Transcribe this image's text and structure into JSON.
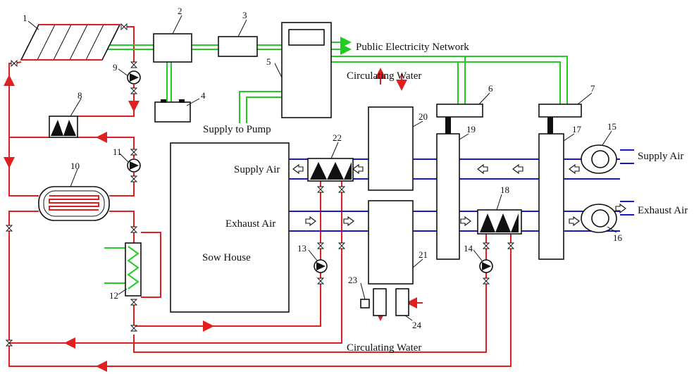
{
  "labels": {
    "public_network": "Public Electricity Network",
    "circ_water_top": "Circulating Water",
    "supply_pump": "Supply to Pump",
    "supply_air_house": "Supply Air",
    "exhaust_air_house": "Exhaust Air",
    "sow_house": "Sow House",
    "supply_air_right": "Supply Air",
    "exhaust_air_right": "Exhaust Air",
    "circ_water_bottom": "Circulating Water"
  },
  "component_numbers": [
    "1",
    "2",
    "3",
    "4",
    "5",
    "6",
    "7",
    "8",
    "9",
    "10",
    "11",
    "12",
    "13",
    "14",
    "15",
    "16",
    "17",
    "18",
    "19",
    "20",
    "21",
    "22",
    "23",
    "24"
  ],
  "colors": {
    "water_pipe": "#e02020",
    "electric_line": "#22cc22",
    "air_duct": "#1a1acc"
  }
}
